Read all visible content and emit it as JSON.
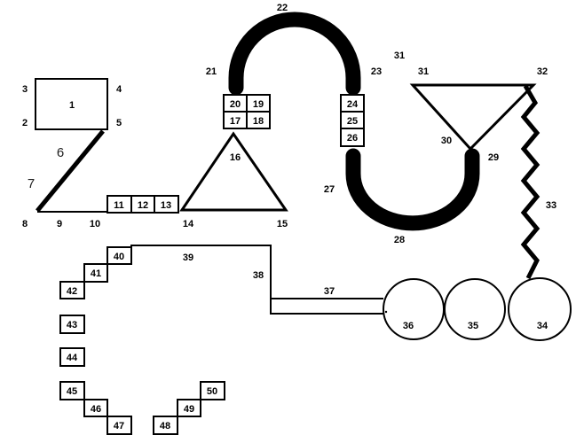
{
  "labels": {
    "n1": "1",
    "n2": "2",
    "n3": "3",
    "n4": "4",
    "n5": "5",
    "n6": "6",
    "n7": "7",
    "n8": "8",
    "n9": "9",
    "n10": "10",
    "n11": "11",
    "n12": "12",
    "n13": "13",
    "n14": "14",
    "n15": "15",
    "n16": "16",
    "n17": "17",
    "n18": "18",
    "n19": "19",
    "n20": "20",
    "n21": "21",
    "n22": "22",
    "n23": "23",
    "n24": "24",
    "n25": "25",
    "n26": "26",
    "n27": "27",
    "n28": "28",
    "n29": "29",
    "n30": "30",
    "n31a": "31",
    "n31b": "31",
    "n32": "32",
    "n33": "33",
    "n34": "34",
    "n35": "35",
    "n36": "36",
    "n37": "37",
    "n38": "38",
    "n39": "39",
    "n40": "40",
    "n41": "41",
    "n42": "42",
    "n43": "43",
    "n44": "44",
    "n45": "45",
    "n46": "46",
    "n47": "47",
    "n48": "48",
    "n49": "49",
    "n50": "50"
  }
}
